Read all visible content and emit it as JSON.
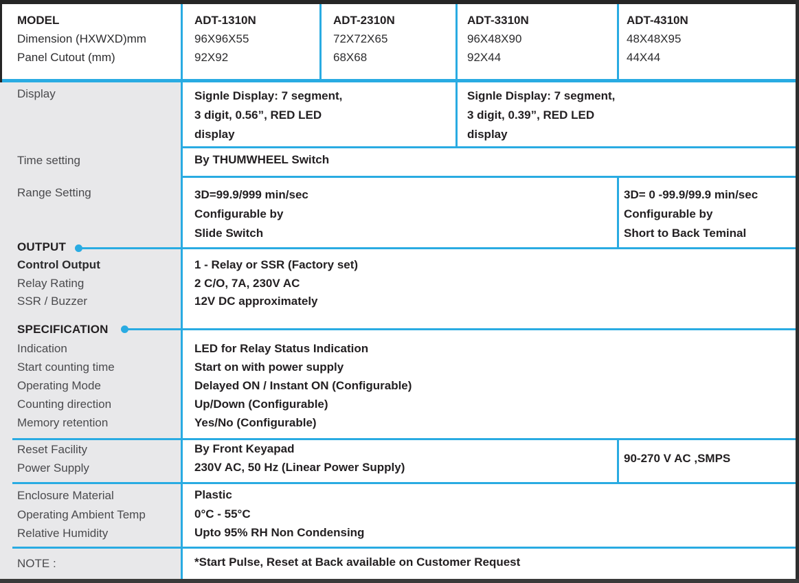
{
  "palette": {
    "accent_blue": "#29abe2",
    "label_column_bg": "#e8e8ea",
    "value_text": "#232022",
    "label_text": "#4a4a4d",
    "border_dark": "#262626"
  },
  "header": {
    "row_label_lines": [
      "MODEL",
      "Dimension (HXWXD)mm",
      "Panel Cutout (mm)"
    ],
    "models": [
      {
        "name": "ADT-1310N",
        "dimension": "96X96X55",
        "cutout": "92X92"
      },
      {
        "name": "ADT-2310N",
        "dimension": "72X72X65",
        "cutout": "68X68"
      },
      {
        "name": "ADT-3310N",
        "dimension": "96X48X90",
        "cutout": "92X44"
      },
      {
        "name": "ADT-4310N",
        "dimension": "48X48X95",
        "cutout": "44X44"
      }
    ]
  },
  "rows": {
    "display": {
      "label": "Display",
      "left": {
        "lead": "Signle Display:",
        "line1_rest": " 7 segment,",
        "line2": "3 digit, 0.56”, RED LED",
        "line3": "display"
      },
      "right": {
        "lead": "Signle Display:",
        "line1_rest": " 7 segment,",
        "line2": "3 digit, 0.39”, RED LED",
        "line3": "display"
      }
    },
    "time_setting": {
      "label": "Time setting",
      "value": "By THUMWHEEL Switch"
    },
    "range_setting": {
      "label": "Range Setting",
      "left_lines": [
        "3D=99.9/999 min/sec",
        "Configurable by",
        "Slide Switch"
      ],
      "right_lines": [
        "3D= 0 -99.9/99.9 min/sec",
        "Configurable by",
        "Short to Back Teminal"
      ]
    },
    "output": {
      "section": "OUTPUT",
      "labels": [
        "Control Output",
        "Relay Rating",
        "SSR / Buzzer"
      ],
      "values": [
        "1 - Relay or SSR (Factory set)",
        "2 C/O, 7A, 230V AC",
        "12V DC approximately"
      ]
    },
    "specification": {
      "section": "SPECIFICATION",
      "labels": [
        "Indication",
        "Start counting time",
        "Operating Mode",
        "Counting direction",
        "Memory retention"
      ],
      "values": [
        "LED for Relay Status Indication",
        "Start on with power supply",
        "Delayed ON / Instant ON (Configurable)",
        "Up/Down (Configurable)",
        "Yes/No (Configurable)"
      ]
    },
    "reset_power": {
      "labels": [
        "Reset Facility",
        "Power Supply"
      ],
      "left_values": [
        "By Front Keyapad",
        "230V AC, 50 Hz (Linear Power Supply)"
      ],
      "right_value": "90-270 V AC ,SMPS"
    },
    "enclosure": {
      "labels": [
        "Enclosure Material",
        "Operating Ambient Temp",
        "Relative Humidity"
      ],
      "values": [
        "Plastic",
        "0°C - 55°C",
        "Upto 95% RH Non Condensing"
      ]
    },
    "note": {
      "label": "NOTE :",
      "value": "*Start Pulse, Reset at Back available on Customer Request"
    }
  }
}
